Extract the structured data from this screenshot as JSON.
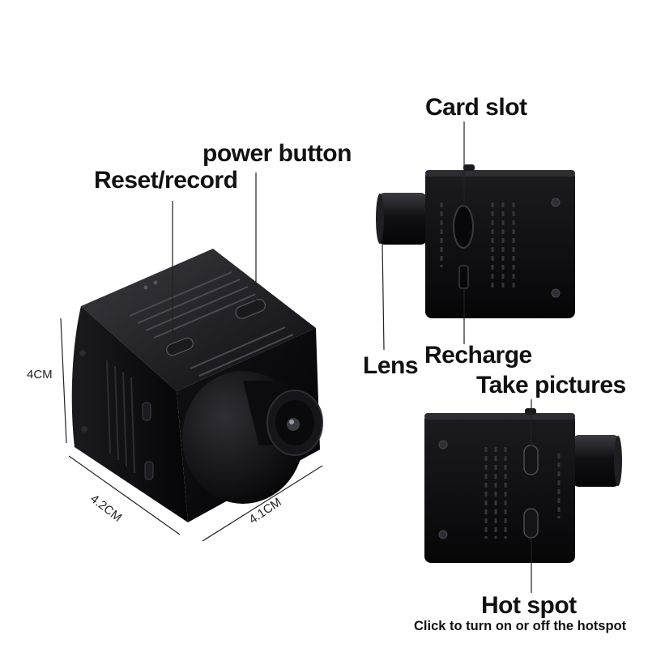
{
  "labels": {
    "power_button": "power button",
    "reset_record": "Reset/record",
    "card_slot": "Card slot",
    "lens": "Lens",
    "recharge": "Recharge",
    "take_pictures": "Take pictures",
    "hot_spot": "Hot spot",
    "hot_spot_description": "Click to turn on or off the hotspot"
  },
  "dimensions": {
    "height": "4CM",
    "depth": "4.2CM",
    "width": "4.1CM"
  },
  "colors": {
    "body": "#0b0b0d",
    "highlight": "#3a3a40",
    "text": "#111111",
    "background": "#ffffff"
  }
}
